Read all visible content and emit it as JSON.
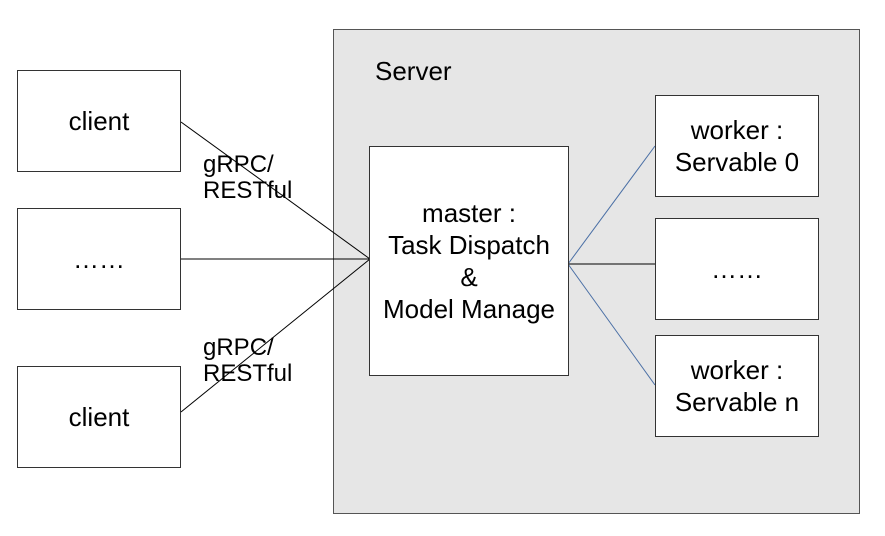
{
  "server": {
    "title": "Server",
    "background": "#e6e6e6"
  },
  "clients": [
    {
      "label": "client"
    },
    {
      "label": "……"
    },
    {
      "label": "client"
    }
  ],
  "master": {
    "lines": [
      "master :",
      "Task Dispatch",
      "&",
      "Model Manage"
    ]
  },
  "workers": [
    {
      "lines": [
        "worker :",
        "Servable 0"
      ]
    },
    {
      "lines": [
        "……"
      ]
    },
    {
      "lines": [
        "worker :",
        "Servable n"
      ]
    }
  ],
  "edge_labels": [
    {
      "lines": [
        "gRPC/",
        "RESTful"
      ]
    },
    {
      "lines": [
        "gRPC/",
        "RESTful"
      ]
    }
  ],
  "colors": {
    "client_link": "#000000",
    "worker_link_blue": "#4a6fa5",
    "worker_link_dark": "#000000"
  }
}
